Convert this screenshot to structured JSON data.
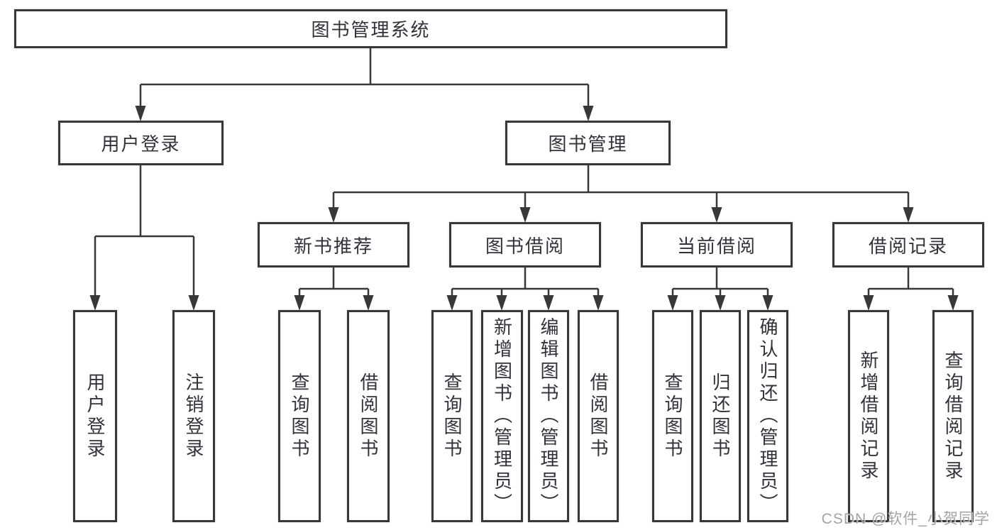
{
  "colors": {
    "line": "#383838",
    "box_border": "#383838",
    "text": "#30343a",
    "watermark": "#9a9a9a"
  },
  "watermark": "CSDN @软件_小贺同学",
  "tree": {
    "label": "图书管理系统",
    "children": [
      {
        "label": "用户登录",
        "children": [
          {
            "label": "用户登录"
          },
          {
            "label": "注销登录"
          }
        ]
      },
      {
        "label": "图书管理",
        "children": [
          {
            "label": "新书推荐",
            "children": [
              {
                "label": "查询图书"
              },
              {
                "label": "借阅图书"
              }
            ]
          },
          {
            "label": "图书借阅",
            "children": [
              {
                "label": "查询图书"
              },
              {
                "label": "新增图书（管理员）"
              },
              {
                "label": "编辑图书（管理员）"
              },
              {
                "label": "借阅图书"
              }
            ]
          },
          {
            "label": "当前借阅",
            "children": [
              {
                "label": "查询图书"
              },
              {
                "label": "归还图书"
              },
              {
                "label": "确认归还（管理员）"
              }
            ]
          },
          {
            "label": "借阅记录",
            "children": [
              {
                "label": "新增借阅记录"
              },
              {
                "label": "查询借阅记录"
              }
            ]
          }
        ]
      }
    ]
  }
}
